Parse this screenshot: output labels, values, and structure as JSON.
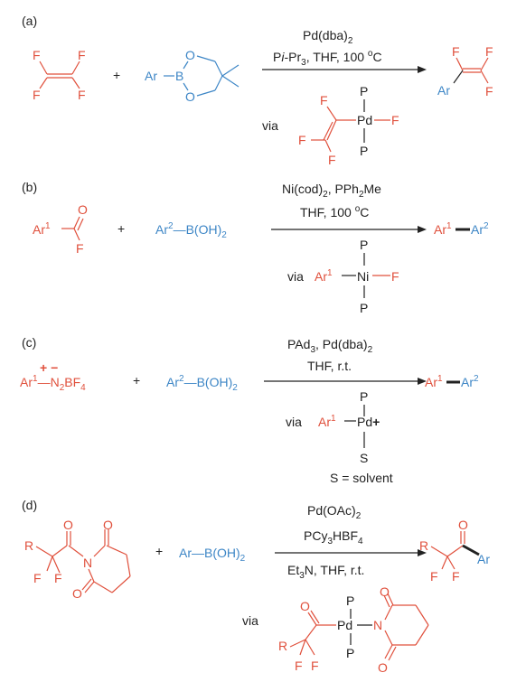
{
  "colors": {
    "reactant": "#e0503c",
    "partner": "#3d86c6",
    "text": "#222222"
  },
  "panels": {
    "a": {
      "label": "(a)",
      "conditions": [
        "Pd(dba)",
        "P",
        "i",
        "-Pr",
        ", THF,  100 ",
        "o",
        "C"
      ],
      "via": "via",
      "atoms": {
        "F": "F",
        "Ar": "Ar",
        "B": "B",
        "O": "O",
        "P": "P",
        "Pd": "Pd"
      },
      "plus": "+"
    },
    "b": {
      "label": "(b)",
      "conditions": [
        "Ni(cod)",
        ", PPh",
        "Me",
        "THF, 100 ",
        "o",
        "C"
      ],
      "via": "via",
      "ar1": "Ar",
      "ar2": "Ar",
      "sup1": "1",
      "sup2": "2",
      "boronic": "B(OH)",
      "o": "O",
      "f": "F",
      "ni": "Ni",
      "p": "P",
      "plus": "+"
    },
    "c": {
      "label": "(c)",
      "conditions": [
        "PAd",
        ", Pd(dba)",
        "THF, r.t."
      ],
      "via": "via",
      "diazo": [
        "N",
        "BF",
        "+ −"
      ],
      "boronic": "B(OH)",
      "pd": "Pd",
      "cation": "+",
      "p": "P",
      "s": "S",
      "solvent_note": "S = solvent",
      "plus": "+"
    },
    "d": {
      "label": "(d)",
      "conditions": [
        "Pd(OAc)",
        "PCy",
        "HBF",
        "Et",
        "N, THF, r.t."
      ],
      "via": "via",
      "atoms": {
        "R": "R",
        "F": "F",
        "N": "N",
        "O": "O",
        "Ar": "Ar",
        "P": "P",
        "Pd": "Pd"
      },
      "boronic": "Ar—B(OH)",
      "plus": "+"
    }
  },
  "digits": {
    "two": "2",
    "three": "3",
    "four": "4"
  }
}
